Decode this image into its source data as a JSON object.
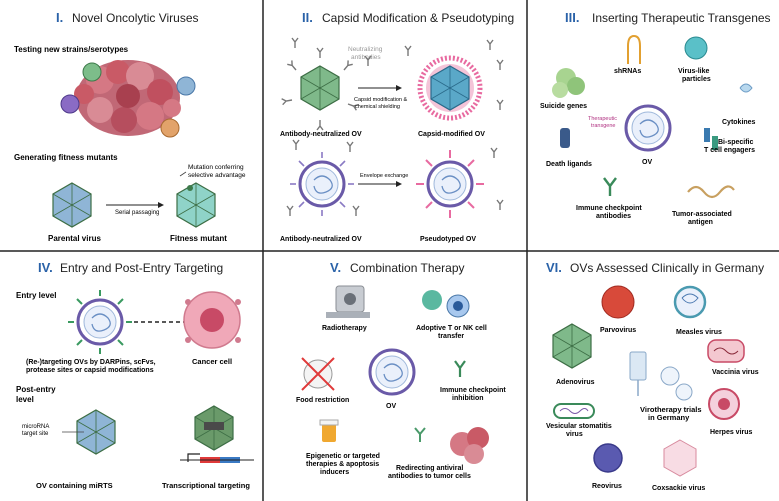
{
  "panels": {
    "p1": {
      "numeral": "I.",
      "title": "Novel Oncolytic Viruses",
      "sub1": "Testing new strains/serotypes",
      "sub2": "Generating fitness mutants",
      "mutation_note_1": "Mutation conferring",
      "mutation_note_2": "selective advantage",
      "arrow_label": "Serial passaging",
      "parental": "Parental virus",
      "fitness": "Fitness mutant"
    },
    "p2": {
      "numeral": "II.",
      "title": "Capsid Modification & Pseudotyping",
      "neutralizing_1": "Neutralizing",
      "neutralizing_2": "antibodies",
      "capsid_note_1": "Capsid modification &",
      "capsid_note_2": "chemical shielding",
      "ab_neutralized_1": "Antibody-neutralized OV",
      "capsid_modified": "Capsid-modified OV",
      "envelope_exchange": "Envelope exchange",
      "ab_neutralized_2": "Antibody-neutralized OV",
      "pseudotyped": "Pseudotyped OV"
    },
    "p3": {
      "numeral": "III.",
      "title": "Inserting Therapeutic Transgenes",
      "shrnas": "shRNAs",
      "vlp_1": "Virus-like",
      "vlp_2": "particles",
      "suicide": "Suicide genes",
      "cytokines": "Cytokines",
      "transgene_1": "Therapeutic",
      "transgene_2": "transgene",
      "ov": "OV",
      "bispecific_1": "Bi-specific",
      "bispecific_2": "T cell engagers",
      "death": "Death ligands",
      "checkpoint_1": "Immune checkpoint",
      "checkpoint_2": "antibodies",
      "tumor_ag_1": "Tumor-associated",
      "tumor_ag_2": "antigen"
    },
    "p4": {
      "numeral": "IV.",
      "title": "Entry and Post-Entry Targeting",
      "entry": "Entry level",
      "retarget_1": "(Re-)targeting OVs by DARPins, scFvs,",
      "retarget_2": "protease sites or capsid modifications",
      "cancer": "Cancer cell",
      "post_1": "Post-entry",
      "post_2": "level",
      "mirna_1": "microRNA",
      "mirna_2": "target site",
      "mirts": "OV containing miRTS",
      "transcriptional": "Transcriptional targeting"
    },
    "p5": {
      "numeral": "V.",
      "title": "Combination Therapy",
      "radiotherapy": "Radiotherapy",
      "adoptive_1": "Adoptive T or NK cell",
      "adoptive_2": "transfer",
      "food": "Food restriction",
      "ov": "OV",
      "checkpoint_1": "Immune checkpoint",
      "checkpoint_2": "inhibition",
      "epi_1": "Epigenetic or targeted",
      "epi_2": "therapies & apoptosis",
      "epi_3": "inducers",
      "redirect_1": "Redirecting antiviral",
      "redirect_2": "antibodies to tumor cells"
    },
    "p6": {
      "numeral": "VI.",
      "title": "OVs Assessed Clinically in Germany",
      "parvovirus": "Parvovirus",
      "measles": "Measles virus",
      "adenovirus": "Adenovirus",
      "vaccinia": "Vaccinia virus",
      "trials_1": "Virotherapy trials",
      "trials_2": "in Germany",
      "vsv_1": "Vesicular stomatitis",
      "vsv_2": "virus",
      "herpes": "Herpes virus",
      "reovirus": "Reovirus",
      "coxsackie": "Coxsackie virus"
    }
  },
  "colors": {
    "numeral": "#2a62a8",
    "hex_fill": "#7fb98a",
    "hex_blue": "#8fb5d6",
    "envelope": "#7a5aa8",
    "tumor": "#c95a66",
    "divider": "#222222"
  }
}
